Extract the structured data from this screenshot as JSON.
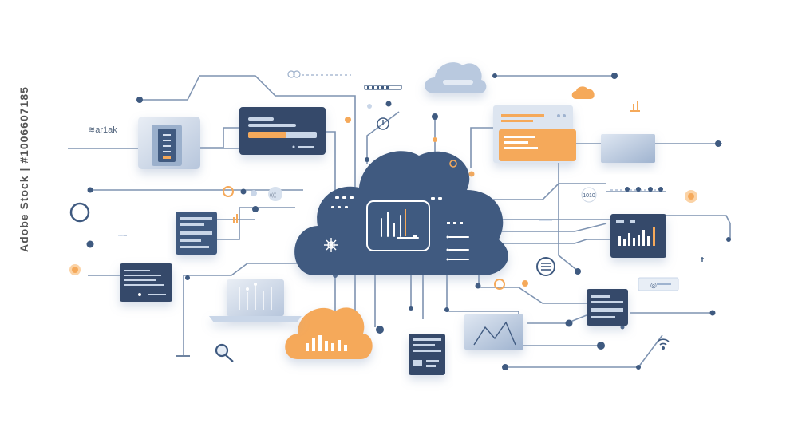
{
  "watermark": {
    "side_text": "Adobe Stock | #1006607185"
  },
  "labels": {
    "top_left_text": "≋ar1ak",
    "right_small_box": "◎",
    "right_circle_text": "1010"
  },
  "colors": {
    "navy": "#3f5a80",
    "dark_panel": "#34496a",
    "orange": "#f5a95a",
    "light_blue": "#c9d6e8",
    "line": "#7e93b1",
    "background": "#ffffff"
  },
  "icons": [
    "cloud-icon",
    "bar-chart-icon",
    "search-icon",
    "wifi-icon",
    "gear-icon",
    "laptop-icon",
    "server-icon",
    "envelope-icon"
  ]
}
